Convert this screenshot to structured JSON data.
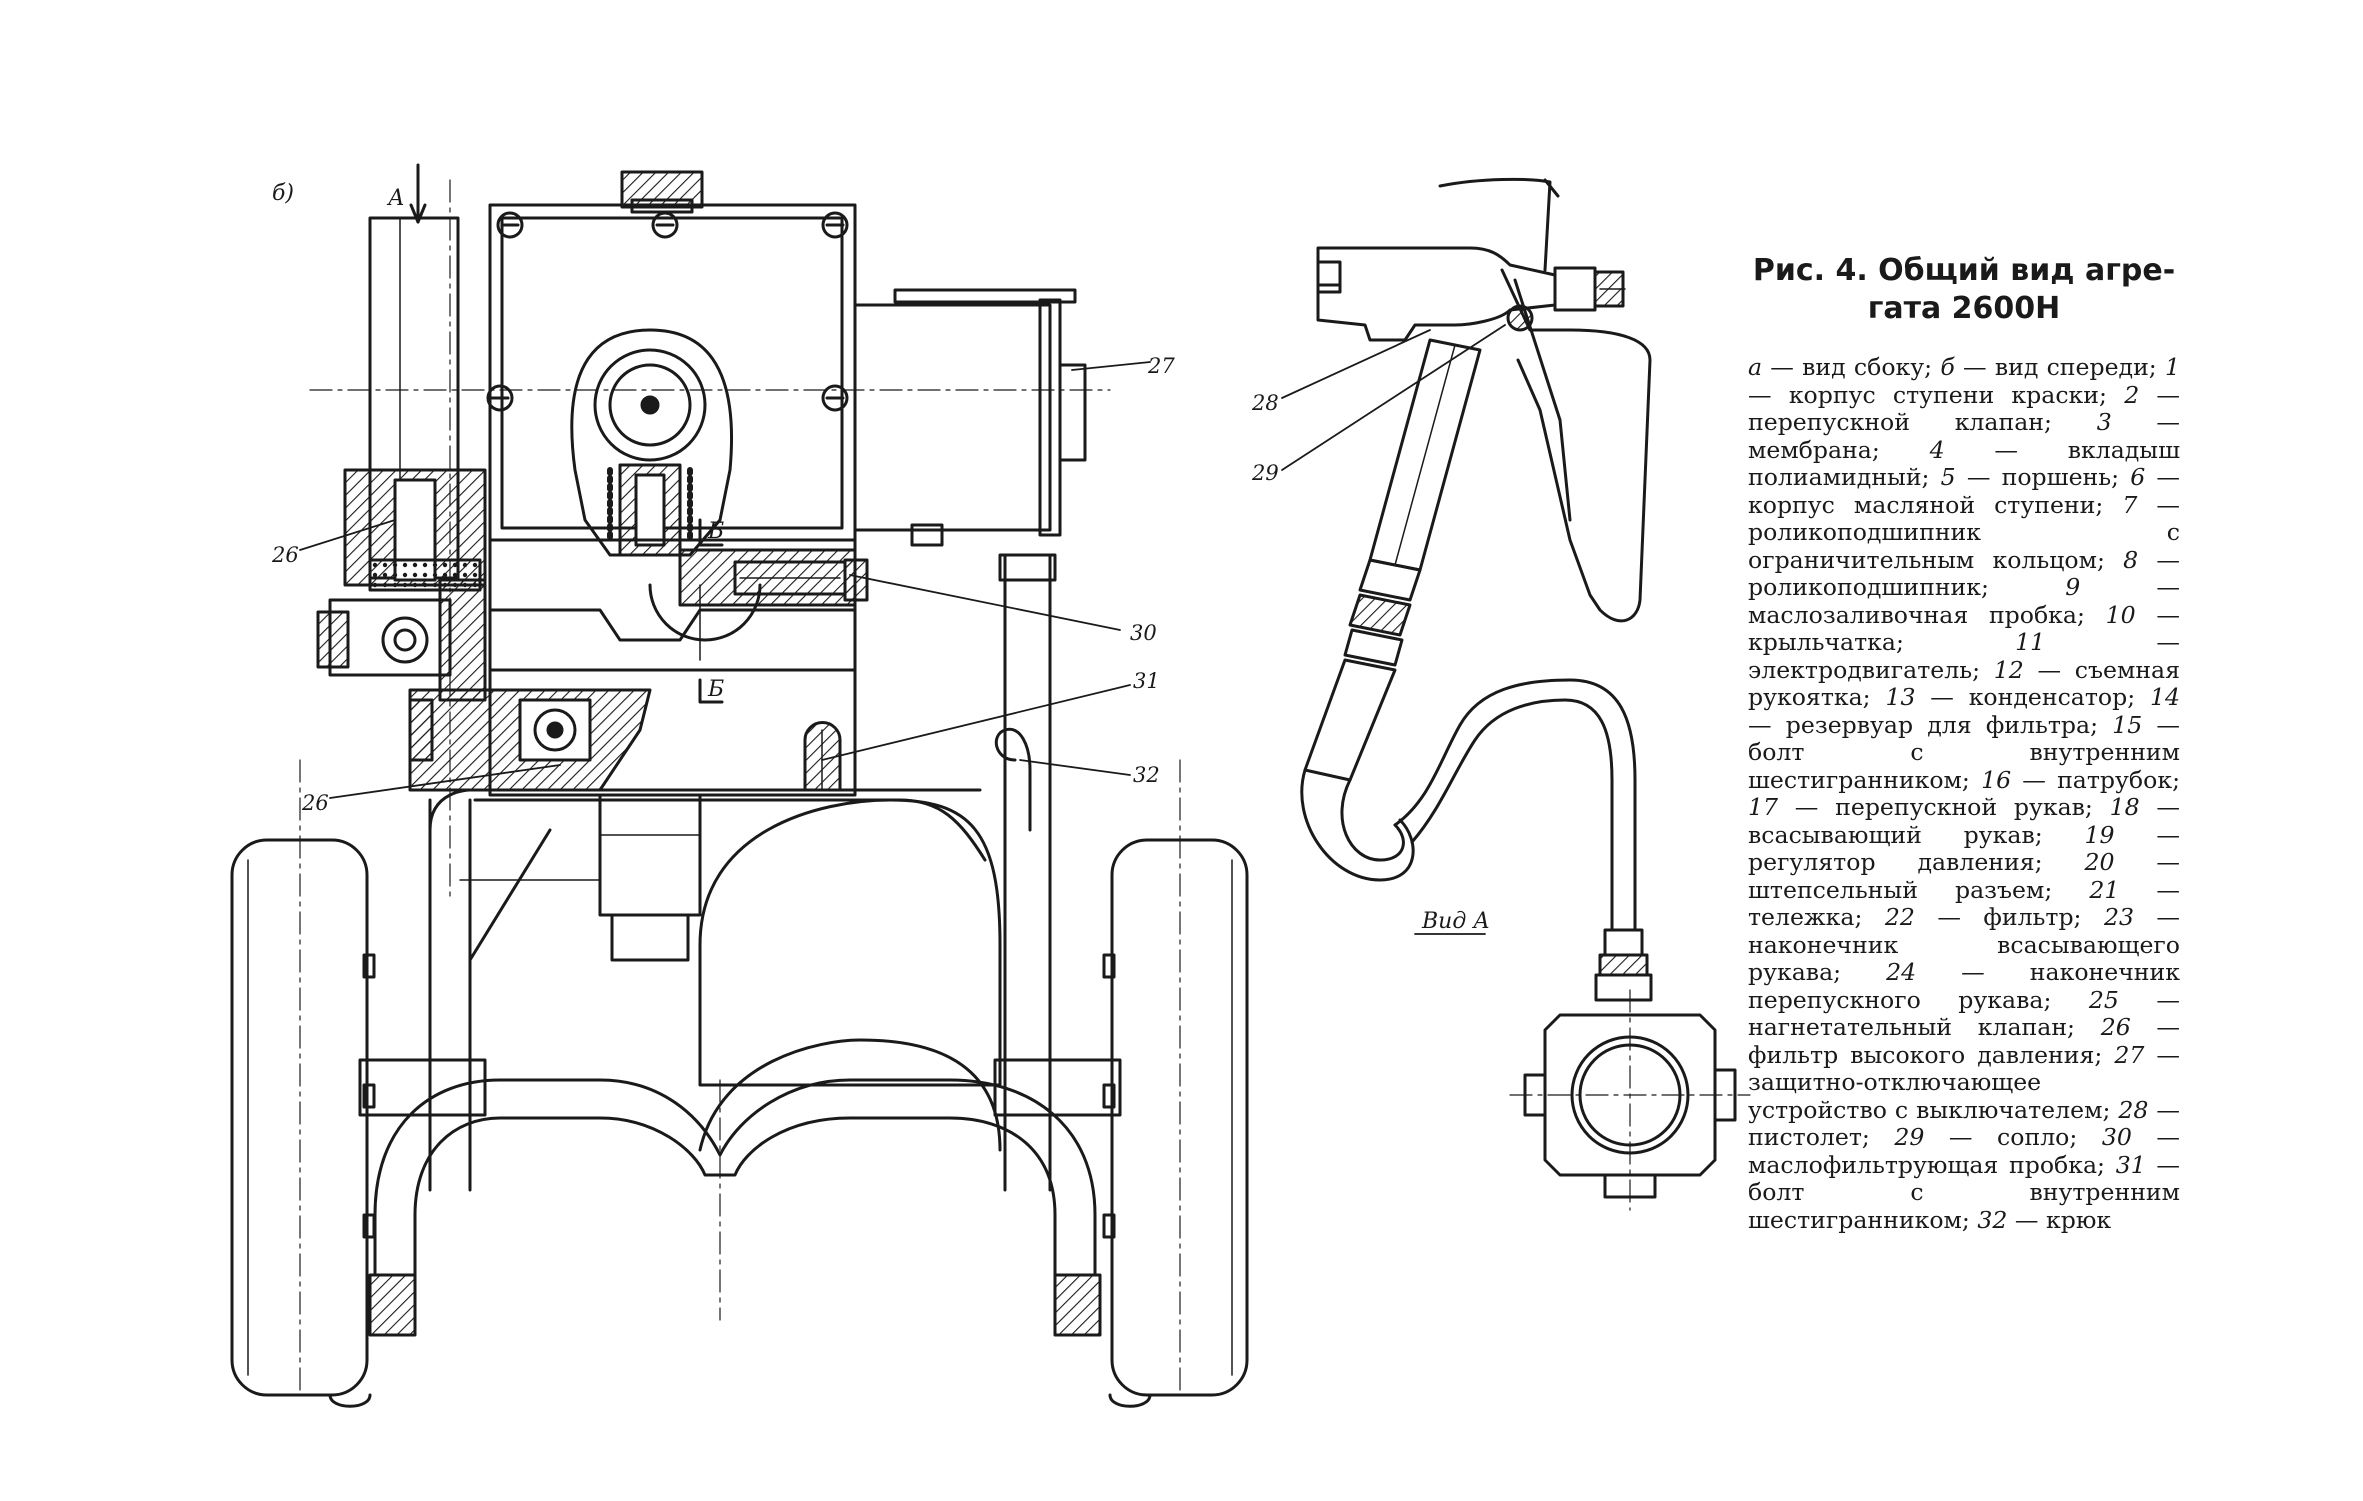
{
  "figure": {
    "title_line1": "Рис. 4. Общий вид агре-",
    "title_line2": "гата 2600Н",
    "view_b_label": "б)",
    "arrow_a_label": "А",
    "section_b_upper": "Б",
    "section_b_lower": "Б",
    "view_a_label": "Вид А"
  },
  "callouts": [
    {
      "id": "26a",
      "text": "26"
    },
    {
      "id": "26b",
      "text": "26"
    },
    {
      "id": "27",
      "text": "27"
    },
    {
      "id": "28",
      "text": "28"
    },
    {
      "id": "29",
      "text": "29"
    },
    {
      "id": "30",
      "text": "30"
    },
    {
      "id": "31",
      "text": "31"
    },
    {
      "id": "32",
      "text": "32"
    }
  ],
  "legend": [
    {
      "num": "а",
      "text": "вид сбоку;"
    },
    {
      "num": "б",
      "text": "вид спереди;"
    },
    {
      "num": "1",
      "text": "корпус ступени краски;"
    },
    {
      "num": "2",
      "text": "перепускной клапан;"
    },
    {
      "num": "3",
      "text": "мембрана;"
    },
    {
      "num": "4",
      "text": "вкладыш полиамидный;"
    },
    {
      "num": "5",
      "text": "поршень;"
    },
    {
      "num": "6",
      "text": "корпус масляной ступени;"
    },
    {
      "num": "7",
      "text": "роликоподшипник с ограничительным кольцом;"
    },
    {
      "num": "8",
      "text": "роликоподшипник;"
    },
    {
      "num": "9",
      "text": "маслозаливочная пробка;"
    },
    {
      "num": "10",
      "text": "крыльчатка;"
    },
    {
      "num": "11",
      "text": "электродвигатель;"
    },
    {
      "num": "12",
      "text": "съемная рукоятка;"
    },
    {
      "num": "13",
      "text": "конденсатор;"
    },
    {
      "num": "14",
      "text": "резервуар для фильтра;"
    },
    {
      "num": "15",
      "text": "болт с внутренним шестигранником;"
    },
    {
      "num": "16",
      "text": "патрубок;"
    },
    {
      "num": "17",
      "text": "перепускной рукав;"
    },
    {
      "num": "18",
      "text": "всасывающий рукав;"
    },
    {
      "num": "19",
      "text": "регулятор давления;"
    },
    {
      "num": "20",
      "text": "штепсельный разъем;"
    },
    {
      "num": "21",
      "text": "тележка;"
    },
    {
      "num": "22",
      "text": "фильтр;"
    },
    {
      "num": "23",
      "text": "наконечник всасывающего рукава;"
    },
    {
      "num": "24",
      "text": "наконечник перепускного рукава;"
    },
    {
      "num": "25",
      "text": "нагнетательный клапан;"
    },
    {
      "num": "26",
      "text": "фильтр высокого давления;"
    },
    {
      "num": "27",
      "text": "защитно-отключающее устройство с выключателем;"
    },
    {
      "num": "28",
      "text": "пистолет;"
    },
    {
      "num": "29",
      "text": "сопло;"
    },
    {
      "num": "30",
      "text": "маслофильтрующая пробка;"
    },
    {
      "num": "31",
      "text": "болт с внутренним шестигранником;"
    },
    {
      "num": "32",
      "text": "крюк"
    }
  ]
}
